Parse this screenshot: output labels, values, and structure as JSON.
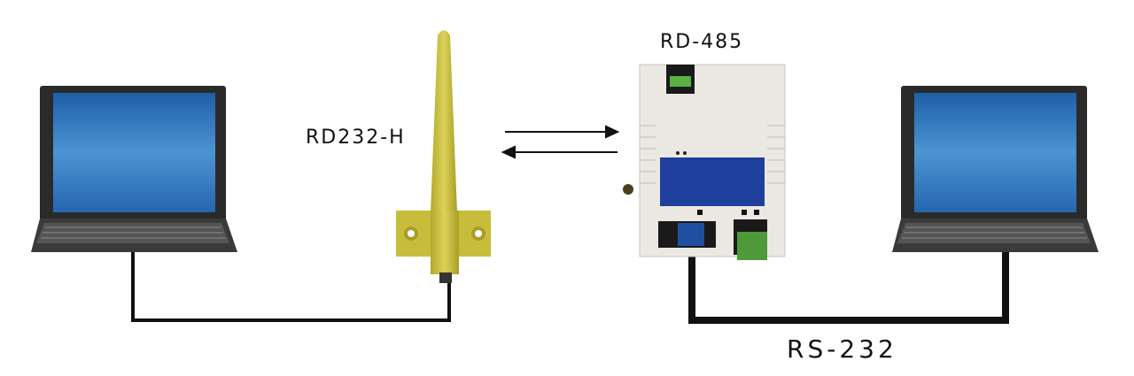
{
  "labels": {
    "antenna_device": "RD232-H",
    "converter_device": "RD-485",
    "cable": "RS-232"
  },
  "colors": {
    "screen": "#3a7fc4",
    "antenna": "#c9be3c",
    "converter_body": "#ebe8e2",
    "converter_panel": "#1f3f9c",
    "terminal": "#4e9a3a",
    "cable": "#111111"
  }
}
